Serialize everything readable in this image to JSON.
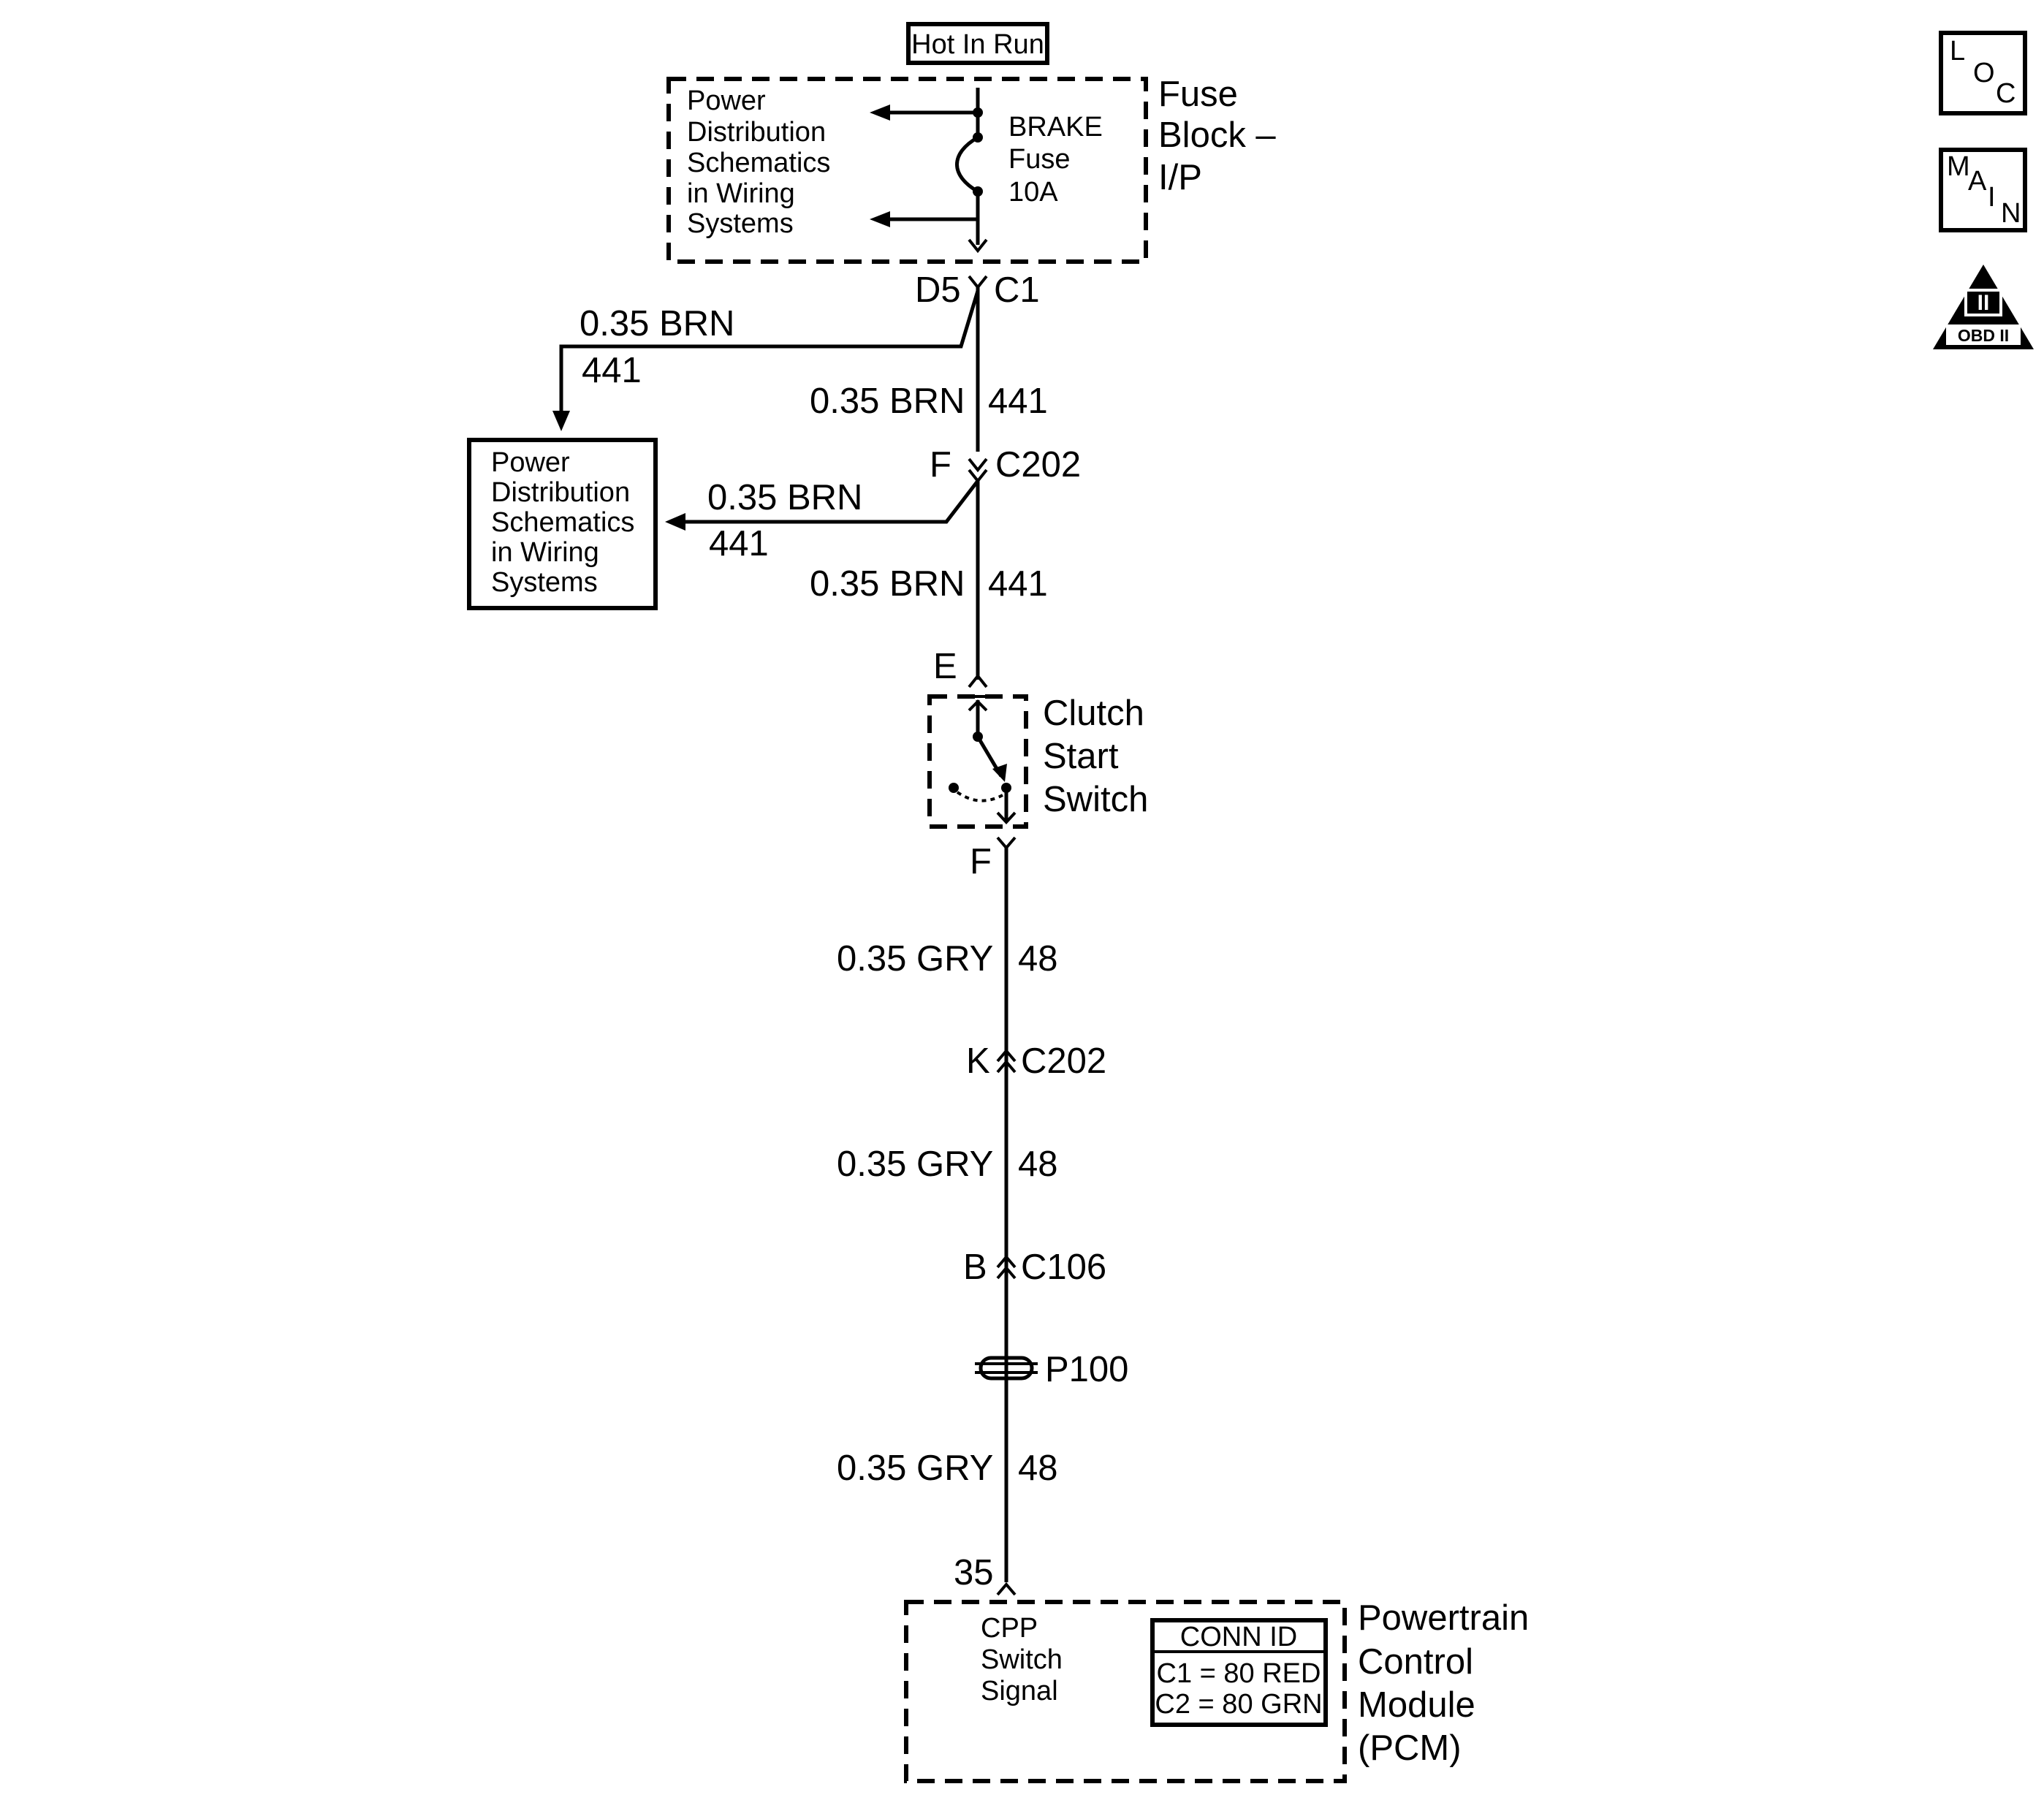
{
  "hot_in_run": "Hot In Run",
  "fuse_block": {
    "name_lines": [
      "Fuse",
      "Block –",
      "I/P"
    ],
    "ref_lines": [
      "Power",
      "Distribution",
      "Schematics",
      "in Wiring",
      "Systems"
    ],
    "fuse_lines": [
      "BRAKE",
      "Fuse",
      "10A"
    ]
  },
  "connectors": {
    "d5": "D5",
    "c1": "C1",
    "f_top": "F",
    "c202_top": "C202",
    "e": "E",
    "f_switch": "F",
    "k": "K",
    "c202_bottom": "C202",
    "b": "B",
    "c106": "C106",
    "p100": "P100",
    "pin35": "35"
  },
  "wires": {
    "branch1_gauge": "0.35 BRN",
    "branch1_circuit": "441",
    "main1_gauge": "0.35 BRN",
    "main1_circuit": "441",
    "branch2_gauge": "0.35 BRN",
    "branch2_circuit": "441",
    "main2_gauge": "0.35 BRN",
    "main2_circuit": "441",
    "gry1_gauge": "0.35 GRY",
    "gry1_circuit": "48",
    "gry2_gauge": "0.35 GRY",
    "gry2_circuit": "48",
    "gry3_gauge": "0.35 GRY",
    "gry3_circuit": "48"
  },
  "power_dist_box": [
    "Power",
    "Distribution",
    "Schematics",
    "in Wiring",
    "Systems"
  ],
  "clutch_switch": [
    "Clutch",
    "Start",
    "Switch"
  ],
  "pcm": {
    "name_lines": [
      "Powertrain",
      "Control",
      "Module",
      "(PCM)"
    ],
    "signal_lines": [
      "CPP",
      "Switch",
      "Signal"
    ],
    "conn_id_title": "CONN ID",
    "conn_id_rows": [
      "C1 = 80 RED",
      "C2 = 80 GRN"
    ]
  },
  "icons": {
    "loc": [
      "L",
      "O",
      "C"
    ],
    "main": [
      "M",
      "A",
      "I",
      "N"
    ],
    "obd_numeral": "II",
    "obd_label": "OBD II"
  }
}
